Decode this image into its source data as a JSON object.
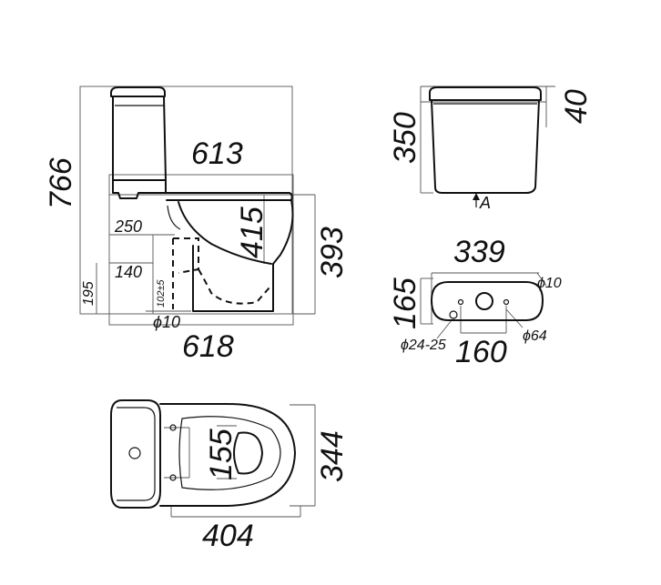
{
  "side_view": {
    "dims": {
      "height_total": "766",
      "top_length": "613",
      "bottom_length": "618",
      "seat_height": "415",
      "bowl_height": "393",
      "outlet_offset_top": "250",
      "outlet_offset_bottom": "140",
      "outlet_height": "195",
      "outlet_range": "102±5",
      "fixing_hole": "ϕ10"
    }
  },
  "tank_front": {
    "dims": {
      "tank_height": "350",
      "lid_height": "40"
    },
    "view_marker": "A"
  },
  "tank_top": {
    "dims": {
      "tank_width": "339",
      "tank_depth": "165",
      "hole_spacing": "160",
      "small_hole": "ϕ10",
      "flush_hole": "ϕ64",
      "water_inlet": "ϕ24-25"
    }
  },
  "top_view": {
    "dims": {
      "seat_hole_spacing": "155",
      "width": "344",
      "length": "404"
    }
  }
}
